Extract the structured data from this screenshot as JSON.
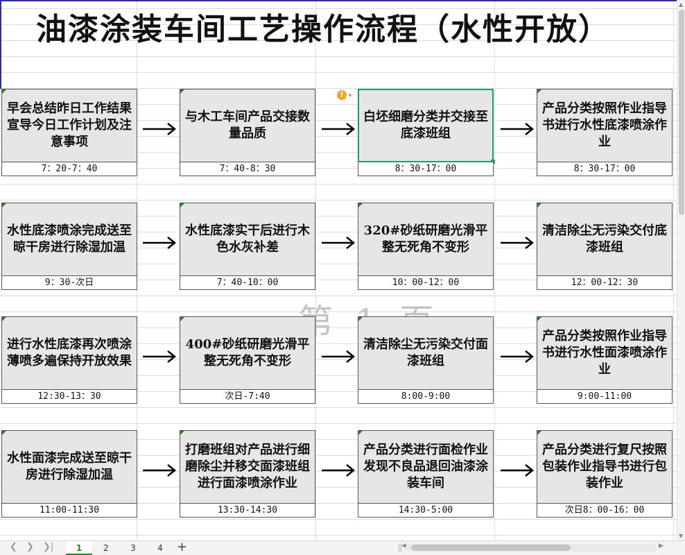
{
  "title": "油漆涂装车间工艺操作流程（水性开放）",
  "watermark": "第 1 页",
  "steps": [
    {
      "text": "早会总结昨日工作结果宣导今日工作计划及注意事项",
      "time": "7：20-7：40"
    },
    {
      "text": "与木工车间产品交接数量品质",
      "time": "7：40-8：30"
    },
    {
      "text": "白坯细磨分类并交接至底漆班组",
      "time": "8：30-17：00"
    },
    {
      "text": "产品分类按照作业指导书进行水性底漆喷涂作业",
      "time": "8：30-17：00"
    },
    {
      "text": "水性底漆喷涂完成送至晾干房进行除湿加温",
      "time": "9：30-次日"
    },
    {
      "text": "水性底漆实干后进行木色水灰补差",
      "time": "7：40-10：00"
    },
    {
      "text": "320#砂纸研磨光滑平整无死角不变形",
      "time": "10：00-12：00"
    },
    {
      "text": "清洁除尘无污染交付底漆班组",
      "time": "12：00-12：30"
    },
    {
      "text": "进行水性底漆再次喷涂薄喷多遍保持开放效果",
      "time": "12:30-13：30"
    },
    {
      "text": "400#砂纸研磨光滑平整无死角不变形",
      "time": "次日-7:40"
    },
    {
      "text": "清洁除尘无污染交付面漆班组",
      "time": "8:00-9:00"
    },
    {
      "text": "产品分类按照作业指导书进行水性面漆喷涂作业",
      "time": "9:00-11:00"
    },
    {
      "text": "水性面漆完成送至晾干房进行除湿加温",
      "time": "11:00-11:30"
    },
    {
      "text": "打磨班组对产品进行细磨除尘并移交面漆班组进行面漆喷涂作业",
      "time": "13:30-14:30"
    },
    {
      "text": "产品分类进行面检作业发现不良品退回油漆涂装车间",
      "time": "14:30-5:00"
    },
    {
      "text": "产品分类进行复尺按照包装作业指导书进行包装作业",
      "time": "次日8：00-16：00"
    }
  ],
  "sheet_tabs": [
    "1",
    "2",
    "3",
    "4"
  ],
  "active_tab": "1",
  "icons": {
    "warning": "warning-icon",
    "arrow": "right-arrow-icon",
    "add": "add-sheet-icon"
  },
  "colors": {
    "cell_fill": "#e6e6e6",
    "selection": "#1aa06a",
    "warning": "#f5a623",
    "active_tab": "#1a8a1a"
  }
}
